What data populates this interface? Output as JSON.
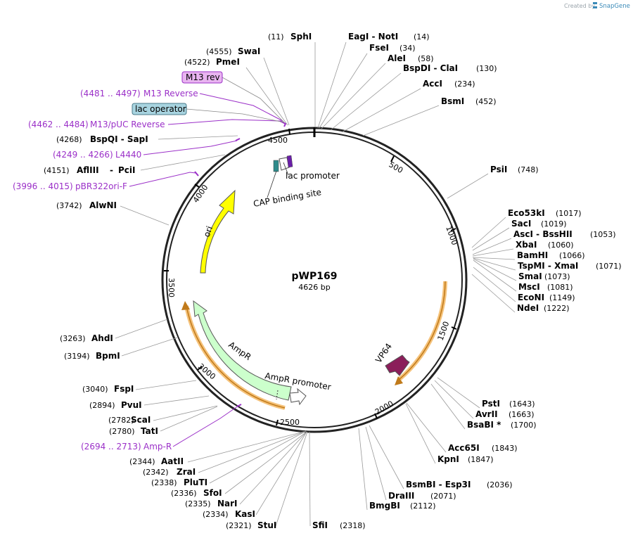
{
  "credit": {
    "text": "Created by",
    "brand": "SnapGene"
  },
  "plasmid": {
    "name": "pWP169",
    "length_label": "4626 bp",
    "length": 4626
  },
  "ticks": [
    "500",
    "1000",
    "1500",
    "2000",
    "2500",
    "3000",
    "3500",
    "4000",
    "4500"
  ],
  "sites": [
    {
      "name": "SphI",
      "pos": "(11)"
    },
    {
      "name": "EagI - NotI",
      "pos": "(14)"
    },
    {
      "name": "FseI",
      "pos": "(34)"
    },
    {
      "name": "AleI",
      "pos": "(58)"
    },
    {
      "name": "BspDI - ClaI",
      "pos": "(130)"
    },
    {
      "name": "AccI",
      "pos": "(234)"
    },
    {
      "name": "BsmI",
      "pos": "(452)"
    },
    {
      "name": "PsiI",
      "pos": "(748)"
    },
    {
      "name": "Eco53kI",
      "pos": "(1017)"
    },
    {
      "name": "SacI",
      "pos": "(1019)"
    },
    {
      "name": "AscI - BssHII",
      "pos": "(1053)"
    },
    {
      "name": "XbaI",
      "pos": "(1060)"
    },
    {
      "name": "BamHI",
      "pos": "(1066)"
    },
    {
      "name": "TspMI - XmaI",
      "pos": "(1071)"
    },
    {
      "name": "SmaI",
      "pos": "(1073)"
    },
    {
      "name": "MscI",
      "pos": "(1081)"
    },
    {
      "name": "EcoNI",
      "pos": "(1149)"
    },
    {
      "name": "NdeI",
      "pos": "(1222)"
    },
    {
      "name": "PstI",
      "pos": "(1643)"
    },
    {
      "name": "AvrII",
      "pos": "(1663)"
    },
    {
      "name": "BsaBI *",
      "pos": "(1700)"
    },
    {
      "name": "Acc65I",
      "pos": "(1843)"
    },
    {
      "name": "KpnI",
      "pos": "(1847)"
    },
    {
      "name": "BsmBI - Esp3I",
      "pos": "(2036)"
    },
    {
      "name": "DraIII",
      "pos": "(2071)"
    },
    {
      "name": "BmgBI",
      "pos": "(2112)"
    },
    {
      "name": "SfiI",
      "pos": "(2318)"
    },
    {
      "name": "StuI",
      "pos": "(2321)"
    },
    {
      "name": "KasI",
      "pos": "(2334)"
    },
    {
      "name": "NarI",
      "pos": "(2335)"
    },
    {
      "name": "SfoI",
      "pos": "(2336)"
    },
    {
      "name": "PluTI",
      "pos": "(2338)"
    },
    {
      "name": "ZraI",
      "pos": "(2342)"
    },
    {
      "name": "AatII",
      "pos": "(2344)"
    },
    {
      "name": "TatI",
      "pos": "(2780)"
    },
    {
      "name": "ScaI",
      "pos": "(2782)"
    },
    {
      "name": "PvuI",
      "pos": "(2894)"
    },
    {
      "name": "FspI",
      "pos": "(3040)"
    },
    {
      "name": "BpmI",
      "pos": "(3194)"
    },
    {
      "name": "AhdI",
      "pos": "(3263)"
    },
    {
      "name": "AlwNI",
      "pos": "(3742)"
    },
    {
      "name": "PciI",
      "pos": "(4151)"
    },
    {
      "name": "AflIII",
      "pos": ""
    },
    {
      "name": "BspQI - SapI",
      "pos": "(4268)"
    },
    {
      "name": "PmeI",
      "pos": "(4522)"
    },
    {
      "name": "SwaI",
      "pos": "(4555)"
    }
  ],
  "primers": [
    {
      "name": "M13 Reverse",
      "range": "(4481 .. 4497)"
    },
    {
      "name": "M13/pUC Reverse",
      "range": "(4462 .. 4484)"
    },
    {
      "name": "L4440",
      "range": "(4249 .. 4266)"
    },
    {
      "name": "pBR322ori-F",
      "range": "(3996 .. 4015)"
    },
    {
      "name": "Amp-R",
      "range": "(2694 .. 2713)"
    }
  ],
  "boxed_labels": [
    {
      "text": "M13 rev",
      "fill": "#e8b4f0",
      "stroke": "#9b30c8"
    },
    {
      "text": "lac operator",
      "fill": "#a8d4e0",
      "stroke": "#4a7a8a"
    }
  ],
  "features": [
    {
      "name": "ori",
      "color": "#ffff00"
    },
    {
      "name": "AmpR",
      "color": "#ccffcc"
    },
    {
      "name": "AmpR promoter",
      "color": "#ffffff"
    },
    {
      "name": "VP64",
      "color": "#8b1e5a"
    },
    {
      "name": "lac promoter",
      "color": "#ffffff"
    },
    {
      "name": "CAP binding site",
      "color": "#2e8b8b"
    }
  ],
  "colors": {
    "primer": "#9b30c8",
    "orf": "#f5c27a",
    "orf_line": "#c07a1a",
    "backbone": "#222222"
  }
}
